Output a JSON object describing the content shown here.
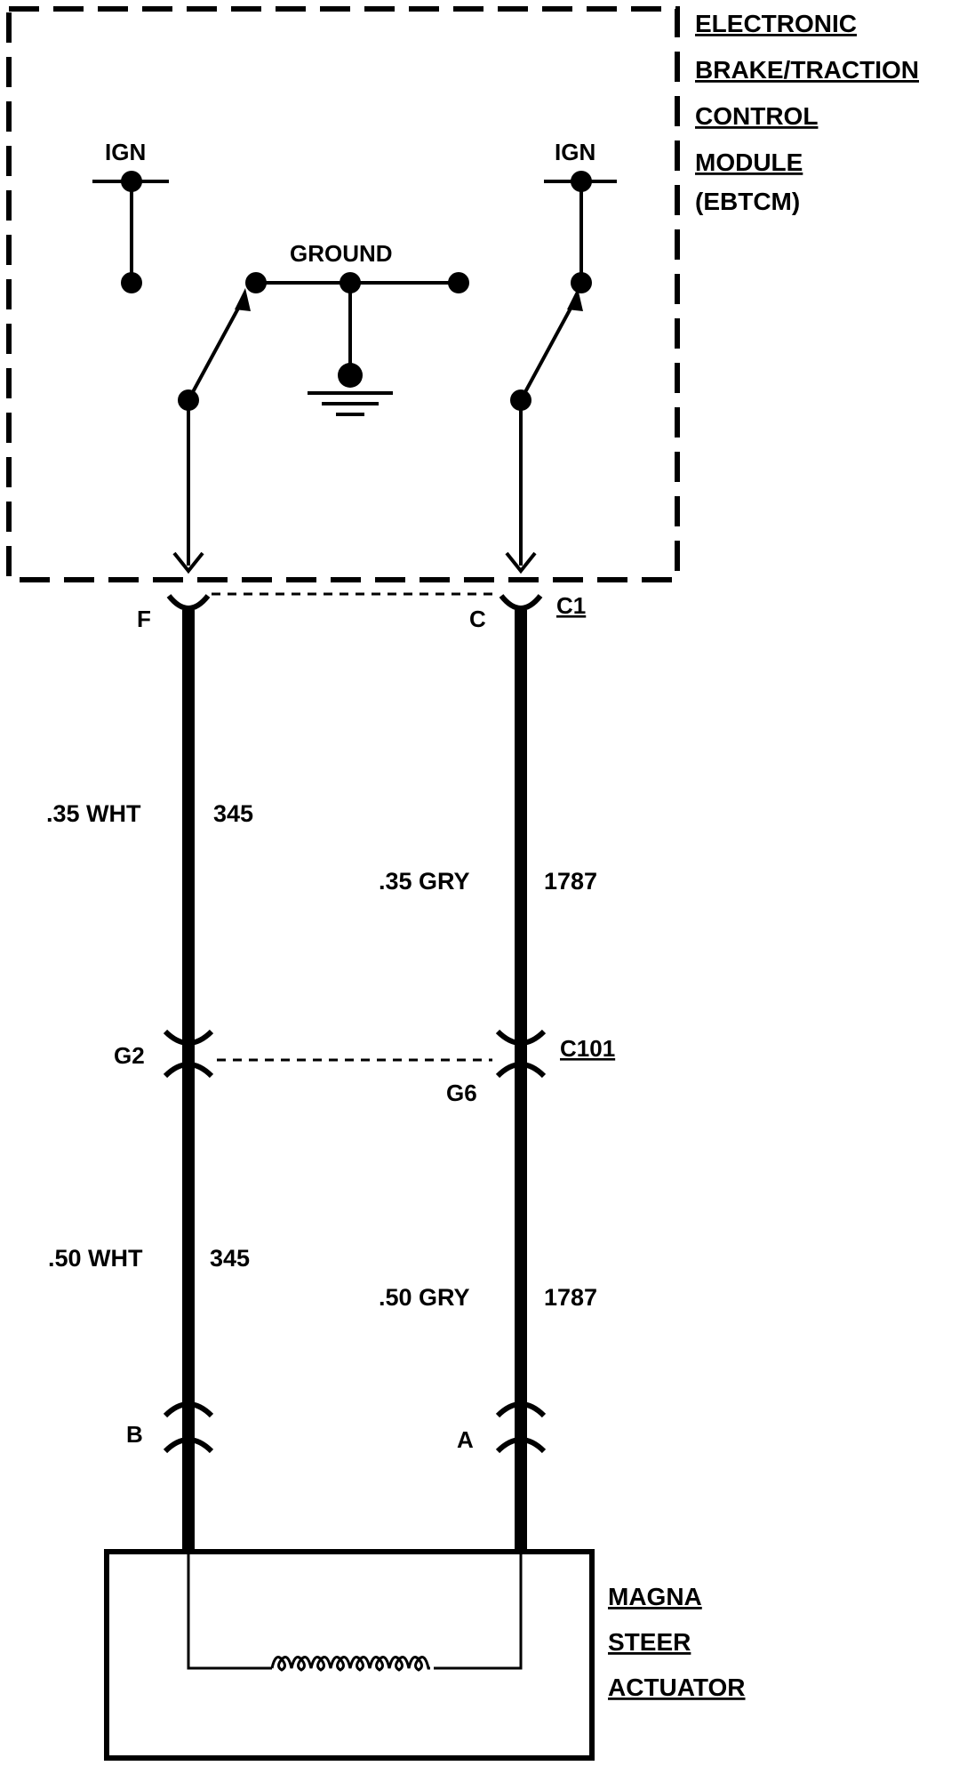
{
  "module": {
    "title_lines": [
      "ELECTRONIC",
      "BRAKE/TRACTION",
      "CONTROL",
      "MODULE"
    ],
    "abbrev": "(EBTCM)",
    "ign_left": "IGN",
    "ign_right": "IGN",
    "ground": "GROUND"
  },
  "connectors": {
    "c1": {
      "name": "C1",
      "pin_left": "F",
      "pin_right": "C"
    },
    "c101": {
      "name": "C101",
      "pin_left": "G2",
      "pin_right": "G6"
    },
    "actuator_conn": {
      "pin_left": "B",
      "pin_right": "A"
    }
  },
  "wires": {
    "left_upper": {
      "gauge_color": ".35 WHT",
      "circuit": "345"
    },
    "right_upper": {
      "gauge_color": ".35 GRY",
      "circuit": "1787"
    },
    "left_lower": {
      "gauge_color": ".50 WHT",
      "circuit": "345"
    },
    "right_lower": {
      "gauge_color": ".50 GRY",
      "circuit": "1787"
    }
  },
  "actuator": {
    "title_lines": [
      "MAGNA",
      "STEER",
      "ACTUATOR"
    ]
  }
}
